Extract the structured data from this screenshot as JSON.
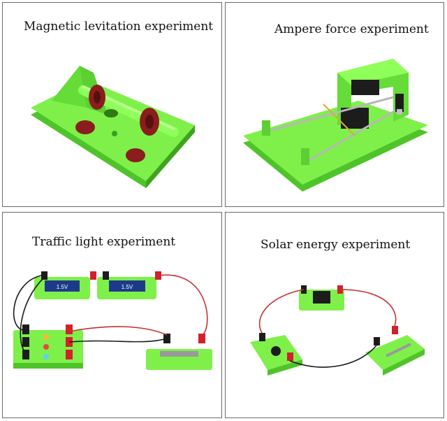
{
  "panels": [
    {
      "caption": "Magnetic levitation experiment"
    },
    {
      "caption": "Ampere force experiment"
    },
    {
      "caption": "Traffic light experiment"
    },
    {
      "caption": "Solar energy experiment"
    }
  ],
  "labels": {
    "battery_left": "1.5V",
    "battery_right": "1.5V"
  },
  "colors": {
    "plastic_green": "#7ff04a",
    "plastic_green_dark": "#4fc42a",
    "magnet_red": "#8a1d1d",
    "terminal_red": "#d4202a",
    "terminal_black": "#1c1c1c",
    "wire_red": "#c0322f",
    "wire_black": "#1a1a1a",
    "battery_blue": "#1d3a8a"
  }
}
